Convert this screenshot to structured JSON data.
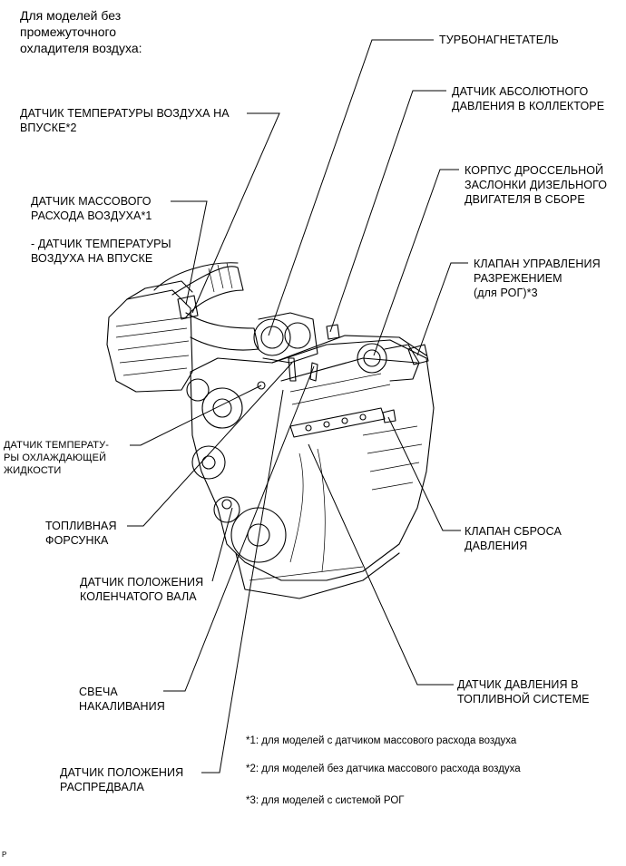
{
  "title": "Для моделей без\nпромежуточного\nохладителя воздуха:",
  "labels": {
    "turbo": "ТУРБОНАГНЕТАТЕЛЬ",
    "map_sensor": "ДАТЧИК АБСОЛЮТНОГО\nДАВЛЕНИЯ В КОЛЛЕКТОРЕ",
    "throttle": "КОРПУС ДРОССЕЛЬНОЙ\nЗАСЛОНКИ ДИЗЕЛЬНОГО\nДВИГАТЕЛЯ В СБОРЕ",
    "vacuum_valve": "КЛАПАН УПРАВЛЕНИЯ\nРАЗРЕЖЕНИЕМ\n(для РОГ)*3",
    "intake_temp": "ДАТЧИК ТЕМПЕРАТУРЫ ВОЗДУХА НА\nВПУСКЕ*2",
    "maf": "ДАТЧИК МАССОВОГО\nРАСХОДА ВОЗДУХА*1",
    "maf_temp": "- ДАТЧИК ТЕМПЕРАТУРЫ\nВОЗДУХА НА ВПУСКЕ",
    "coolant": "ДАТЧИК ТЕМПЕРАТУ-\nРЫ ОХЛАЖДАЮЩЕЙ\nЖИДКОСТИ",
    "injector": "ТОПЛИВНАЯ\nФОРСУНКА",
    "crank": "ДАТЧИК ПОЛОЖЕНИЯ\nКОЛЕНЧАТОГО ВАЛА",
    "glow": "СВЕЧА\nНАКАЛИВАНИЯ",
    "cam": "ДАТЧИК ПОЛОЖЕНИЯ\nРАСПРЕДВАЛА",
    "relief": "КЛАПАН СБРОСА\nДАВЛЕНИЯ",
    "fuel_pressure": "ДАТЧИК ДАВЛЕНИЯ В\nТОПЛИВНОЙ СИСТЕМЕ"
  },
  "notes": [
    "*1: для моделей с датчиком массового расхода воздуха",
    "*2: для моделей без датчика массового расхода воздуха",
    "*3: для моделей с системой РОГ"
  ],
  "corner_mark": "P"
}
